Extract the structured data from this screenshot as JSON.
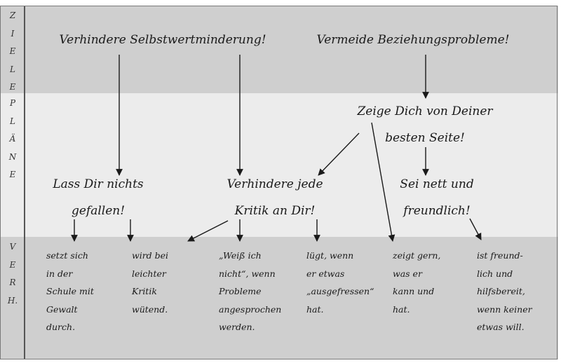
{
  "side_labels": {
    "ziele": "Z\nI\nE\nL\nE",
    "plaene": "P\nL\nÄ\nN\nE",
    "verhalten": "V\nE\nR\nH."
  },
  "goals": {
    "goal_1": "Verhindere Selbstwertminderung!",
    "goal_2": "Vermeide Beziehungsprobleme!"
  },
  "plans": {
    "plan_top": "Zeige Dich von Deiner\nbesten Seite!",
    "plan_1": "Lass Dir nichts\ngefallen!",
    "plan_2": "Verhindere jede\nKritik an Dir!",
    "plan_3": "Sei nett und\nfreundlich!"
  },
  "behaviors": {
    "b1": "setzt sich\nin der\nSchule mit\nGewalt\ndurch.",
    "b2": "wird bei\nleichter\nKritik\nwütend.",
    "b3": "„Weiß ich\nnicht“, wenn\nProbleme\nangesprochen\nwerden.",
    "b4": "lügt, wenn\ner etwas\n„ausgefressen“\nhat.",
    "b5": "zeigt gern,\nwas er\nkann und\nhat.",
    "b6": "ist freund-\nlich und\nhilfsbereit,\nwenn keiner\netwas will."
  },
  "colors": {
    "band_dark": "#cfcfcf",
    "band_light": "#ececec",
    "ink": "#1a1a1a"
  }
}
